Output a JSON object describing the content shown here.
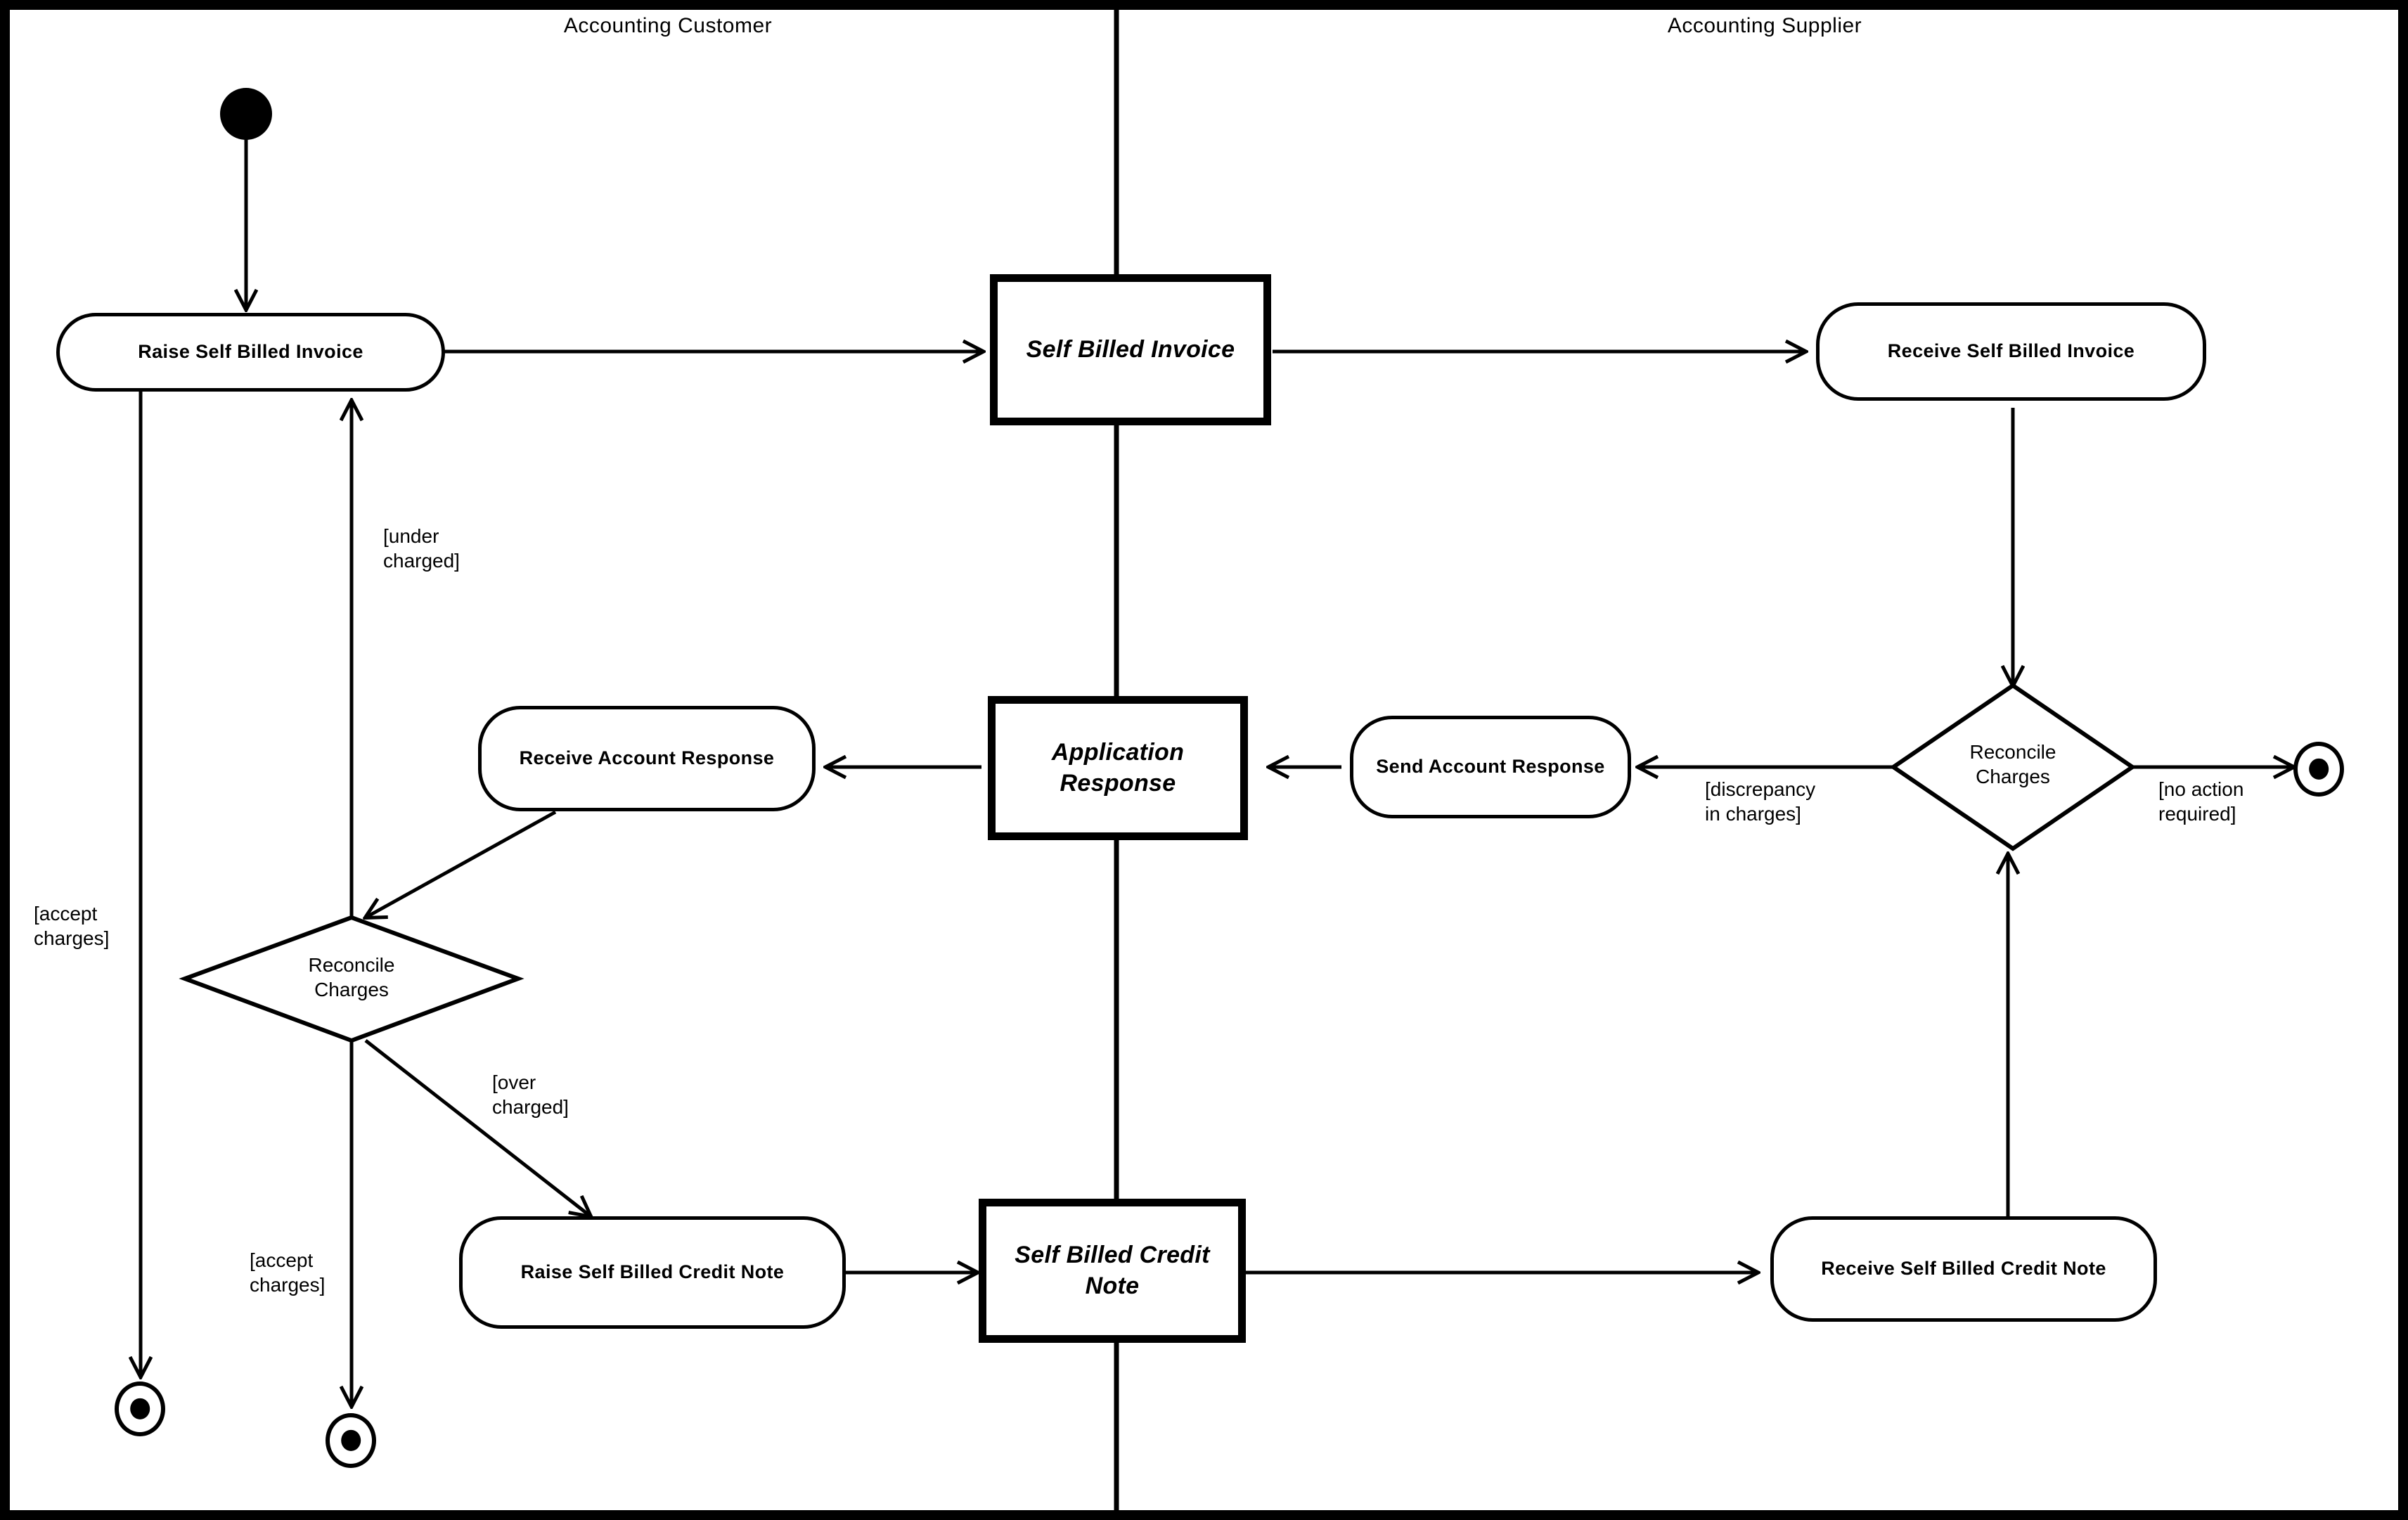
{
  "diagram": {
    "type": "uml-activity-diagram",
    "lanes": [
      {
        "id": "customer",
        "title": "Accounting Customer"
      },
      {
        "id": "supplier",
        "title": "Accounting Supplier"
      }
    ],
    "nodes": {
      "initial": {
        "kind": "initial-node"
      },
      "raise_self_billed_invoice": {
        "kind": "action",
        "label": "Raise Self Billed Invoice"
      },
      "self_billed_invoice": {
        "kind": "object",
        "label": "Self Billed Invoice"
      },
      "receive_self_billed_invoice": {
        "kind": "action",
        "label": "Receive Self Billed\nInvoice"
      },
      "reconcile_charges_supplier": {
        "kind": "decision",
        "label": "Reconcile\nCharges"
      },
      "send_account_response": {
        "kind": "action",
        "label": "Send Account\nResponse"
      },
      "application_response": {
        "kind": "object",
        "label": "Application\nResponse"
      },
      "receive_account_response": {
        "kind": "action",
        "label": "Receive Account\nResponse"
      },
      "reconcile_charges_customer": {
        "kind": "decision",
        "label": "Reconcile\nCharges"
      },
      "raise_self_billed_credit_note": {
        "kind": "action",
        "label": "Raise Self Billed Credit\nNote"
      },
      "self_billed_credit_note": {
        "kind": "object",
        "label": "Self Billed Credit\nNote"
      },
      "receive_self_billed_credit_note": {
        "kind": "action",
        "label": "Receive Self Billed Credit\nNote"
      },
      "end_supplier": {
        "kind": "final-node"
      },
      "end_customer_accept_1": {
        "kind": "final-node"
      },
      "end_customer_accept_2": {
        "kind": "final-node"
      }
    },
    "guards": {
      "under_charged": "[under\ncharged]",
      "accept_charges_left": "[accept\ncharges]",
      "accept_charges_mid": "[accept\ncharges]",
      "over_charged": "[over\ncharged]",
      "discrepancy_in_charges": "[discrepancy\nin charges]",
      "no_action_required": "[no action\nrequired]"
    },
    "colors": {
      "stroke": "#000000",
      "fill": "#ffffff"
    }
  }
}
